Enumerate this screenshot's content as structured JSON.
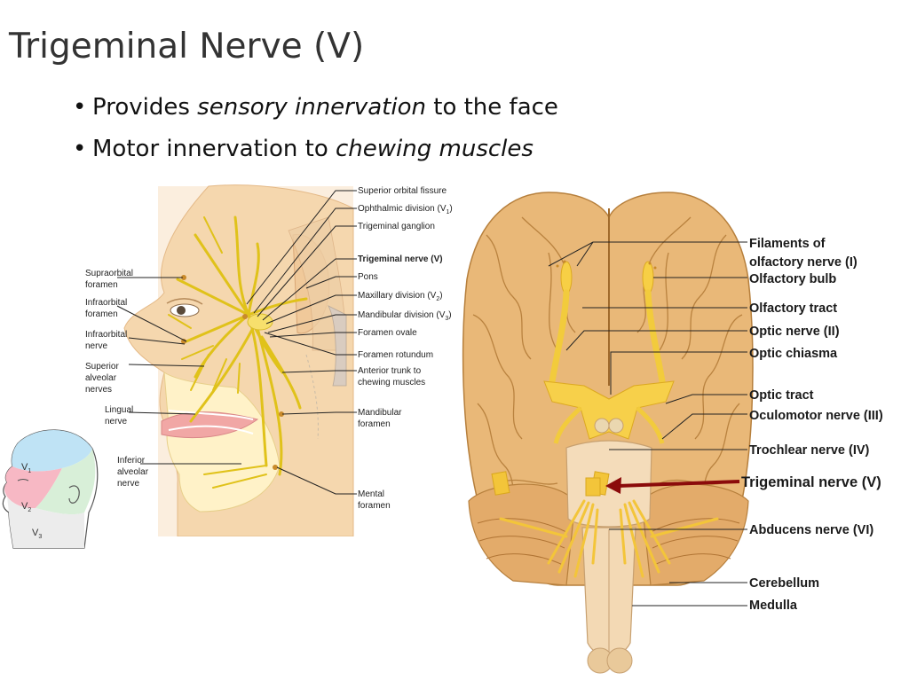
{
  "slide": {
    "title": "Trigeminal Nerve (V)",
    "bullets": [
      {
        "parts": [
          "Provides ",
          "sensory innervation",
          " to the face"
        ]
      },
      {
        "parts": [
          "Motor innervation to ",
          "chewing muscles",
          ""
        ]
      }
    ]
  },
  "face_diagram": {
    "right_labels": [
      "Superior orbital fissure",
      "Ophthalmic division (V",
      "Trigeminal  ganglion",
      "Trigeminal nerve (V)",
      "Pons",
      "Maxillary division (V",
      "Mandibular division (V",
      "Foramen ovale",
      "Foramen rotundum",
      "Anterior trunk to",
      "chewing muscles",
      "Mandibular",
      "foramen",
      "Mental",
      "foramen"
    ],
    "subscripts": {
      "ophthalmic": "1",
      "maxillary": "2",
      "mandibular": "3"
    },
    "left_labels": [
      "Supraorbital",
      "foramen",
      "Infraorbital",
      "foramen",
      "Infraorbital",
      "nerve",
      "Superior",
      "alveolar",
      "nerves",
      "Lingual",
      "nerve",
      "Inferior",
      "alveolar",
      "nerve"
    ]
  },
  "dermatome_diagram": {
    "label_letter": "V",
    "subscripts": [
      "1",
      "2",
      "3"
    ]
  },
  "brain_diagram": {
    "labels": [
      "Filaments of",
      "olfactory nerve (I)",
      "Olfactory bulb",
      "Olfactory tract",
      "Optic nerve (II)",
      "Optic chiasma",
      "Optic tract",
      "Oculomotor nerve (III)",
      "Trochlear nerve (IV)",
      "Trigeminal nerve (V)",
      "Abducens nerve (VI)",
      "Cerebellum",
      "Medulla"
    ]
  },
  "colors": {
    "nerve": "#f2d23a",
    "skin": "#f7dcb5",
    "brain": "#e8b877",
    "arrow": "#8b0b0b"
  }
}
